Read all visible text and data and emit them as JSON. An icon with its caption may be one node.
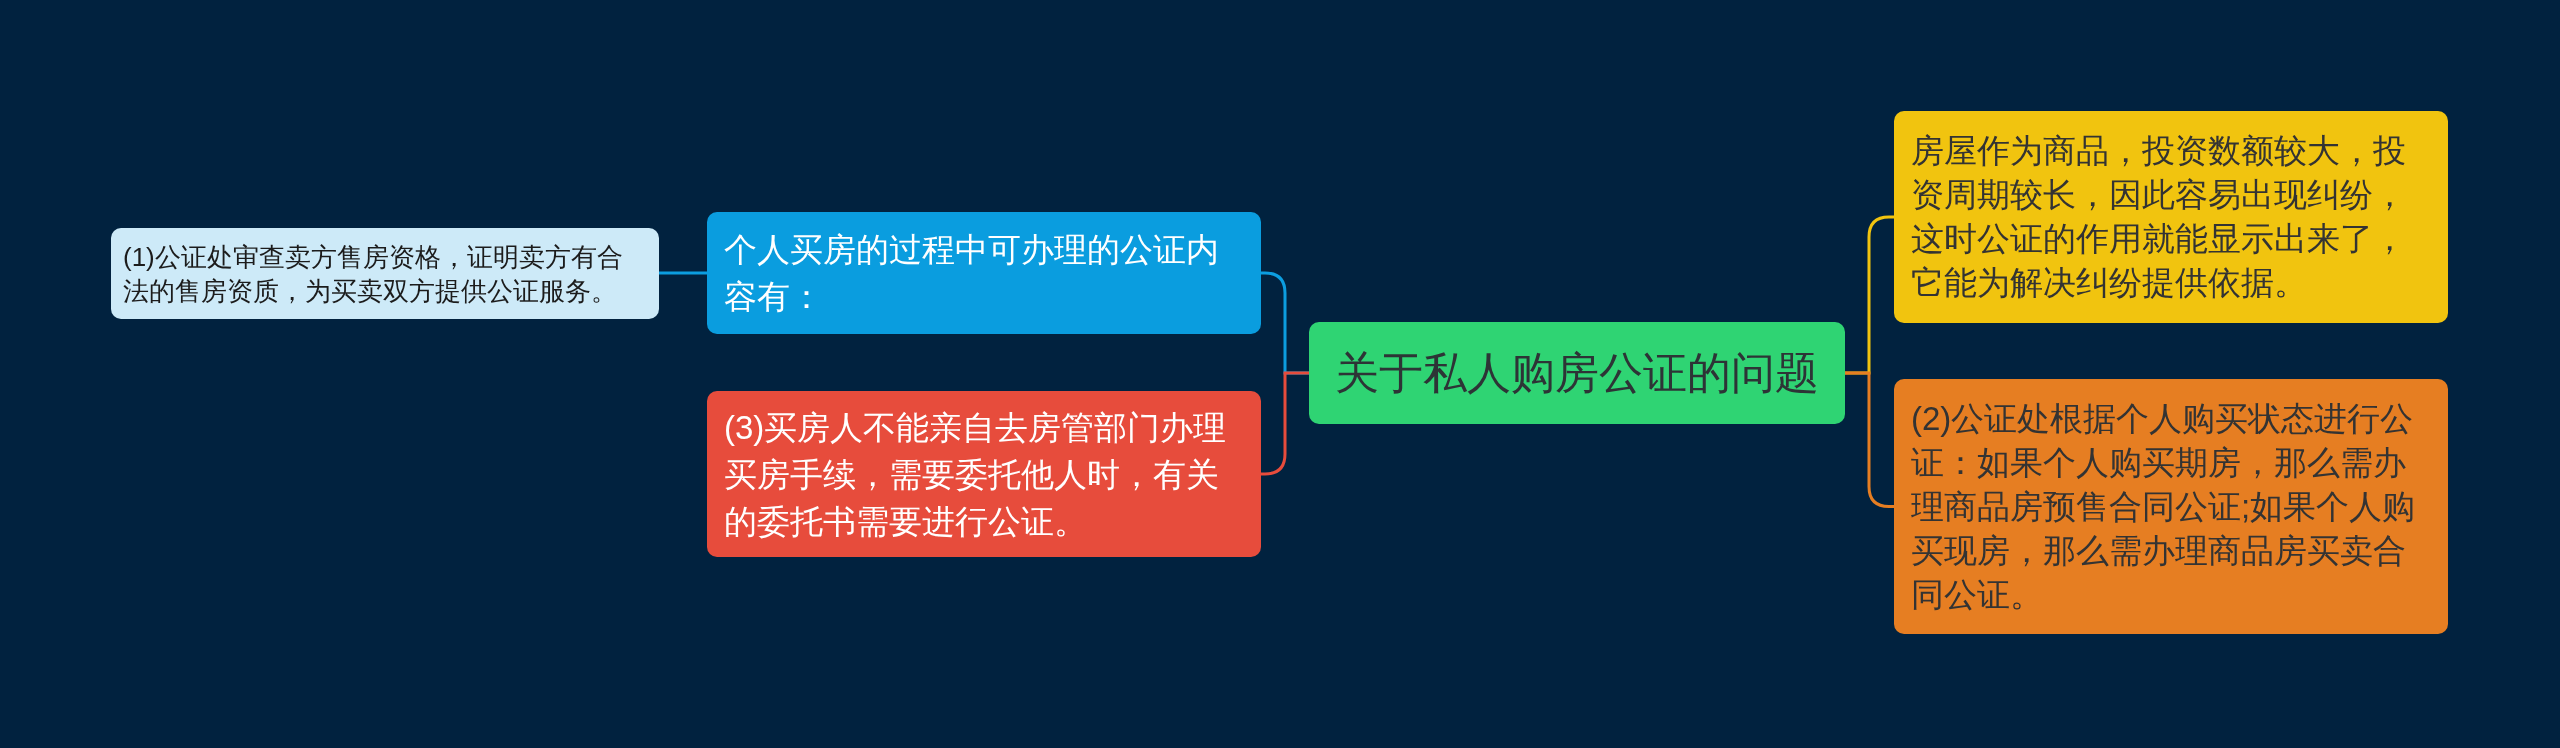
{
  "diagram": {
    "nodes": [
      {
        "text": [
          "关于私人购房公证的问题"
        ]
      },
      {
        "text": [
          "个人买房的过程中可办理的公证内容有："
        ]
      },
      {
        "text": [
          "(1)公证处审查卖方售房资格，证明卖方有合法的售房资质，为买卖双方提供公证服务。"
        ]
      },
      {
        "text": [
          "(3)买房人不能亲自去房管部门办理买房手续，需要委托他人时，有关的委托书需要进行公证。"
        ]
      },
      {
        "text": [
          "房屋作为商品，投资数额较大，投资周期较长，因此容易出现纠纷，这时公证的作用就能显示出来了，它能为解决纠纷提供依据。"
        ]
      },
      {
        "text": [
          "(2)公证处根据个人购买状态进行公证：如果个人购买期房，那么需办理商品房预售合同公证;如果个人购买现房，那么需办理商品房买卖合同公证。"
        ]
      }
    ],
    "edges": [
      {
        "from": 0,
        "to": 1,
        "arrow": "none",
        "color": "#0c9ee0"
      },
      {
        "from": 1,
        "to": 2,
        "arrow": "none",
        "color": "#0c9ee0"
      },
      {
        "from": 0,
        "to": 3,
        "arrow": "none",
        "color": "#e74c3c"
      },
      {
        "from": 0,
        "to": 4,
        "arrow": "none",
        "color": "#f1c40f"
      },
      {
        "from": 0,
        "to": 5,
        "arrow": "none",
        "color": "#e67e22"
      }
    ]
  }
}
